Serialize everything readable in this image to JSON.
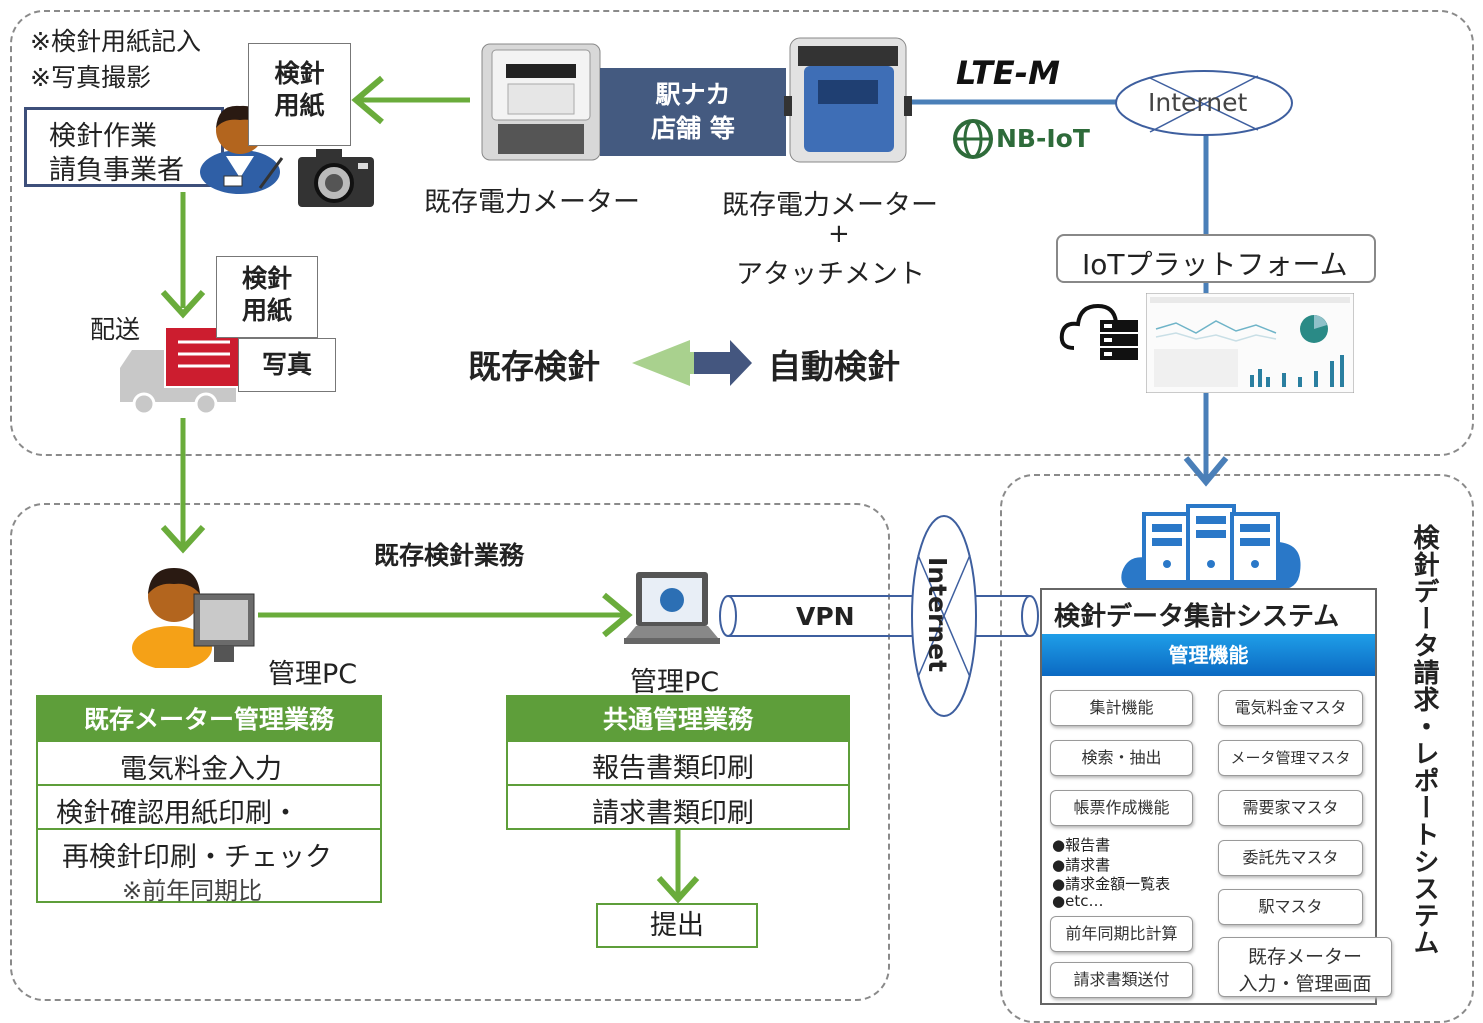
{
  "top": {
    "notes": [
      "※検針用紙記入",
      "※写真撮影"
    ],
    "contractor": [
      "検針作業",
      "請負事業者"
    ],
    "paper_form_1": [
      "検針",
      "用紙"
    ],
    "station_shop": [
      "駅ナカ",
      "店舗 等"
    ],
    "meter_existing_label": "既存電力メーター",
    "meter_attached_label": [
      "既存電力メーター",
      "+",
      "アタッチメント"
    ],
    "lte_label": "LTE-M",
    "nbiot_label": "NB-IoT",
    "internet_label": "Internet",
    "iot_platform": "IoTプラットフォーム",
    "delivery_label": "配送",
    "paper_form_2": [
      "検針",
      "用紙"
    ],
    "photo_label": "写真",
    "compare_left": "既存検針",
    "compare_right": "自動検針"
  },
  "bottom_left": {
    "title": "既存検針業務",
    "pc_label_1": "管理PC",
    "pc_label_2": "管理PC",
    "vpn_label": "VPN",
    "internet_label": "Internet",
    "meter_mgmt": {
      "header": "既存メーター管理業務",
      "rows": [
        "電気料金入力",
        "検針確認用紙印刷・",
        "再検針印刷・チェック",
        "※前年同期比"
      ]
    },
    "common_mgmt": {
      "header": "共通管理業務",
      "rows": [
        "報告書類印刷",
        "請求書類印刷"
      ]
    },
    "submit_label": "提出"
  },
  "system": {
    "vertical_title": "検針データ請求・レポートシステム",
    "name": "検針データ集計システム",
    "mgmt_header": "管理機能",
    "left_buttons": [
      "集計機能",
      "検索・抽出",
      "帳票作成機能"
    ],
    "bullets": [
      "●報告書",
      "●請求書",
      "●請求金額一覧表",
      "●etc…"
    ],
    "left_buttons_2": [
      "前年同期比計算",
      "請求書類送付"
    ],
    "right_buttons": [
      "電気料金マスタ",
      "メータ管理マスタ",
      "需要家マスタ",
      "委託先マスタ",
      "駅マスタ"
    ],
    "right_bottom": [
      "既存メーター",
      "入力・管理画面"
    ]
  },
  "colors": {
    "green": "#5e9e3a",
    "blue": "#4a7fb8",
    "navy": "#445a80",
    "gray_dash": "#8a8a8a"
  }
}
